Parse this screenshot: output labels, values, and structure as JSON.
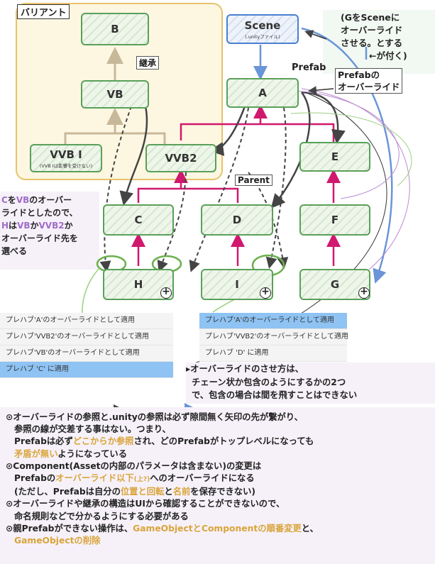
{
  "variant_box": {
    "label": "バリアント"
  },
  "nodes": {
    "B": "B",
    "VB": "VB",
    "VVB1": "VVB I",
    "VVB1_sub": "(VVB Iは影響を受けない)",
    "VVB2": "VVB2",
    "Scene": "Scene",
    "Scene_sub": "(.unityファイル)",
    "A": "A",
    "E": "E",
    "C": "C",
    "D": "D",
    "F": "F",
    "H": "H",
    "I": "I",
    "G": "G"
  },
  "tags": {
    "inherit": "継承",
    "prefab": "Prefab",
    "prefab_override_1": "Prefabの",
    "prefab_override_2": "オーバーライド",
    "parent": "Parent"
  },
  "scene_note": [
    "(GをSceneに",
    "オーバーライド",
    "させる。とする",
    "←が付く)"
  ],
  "left_note": {
    "l1_c": "C",
    "l1_a": "を",
    "l1_vb": "VB",
    "l1_b": "のオーバー",
    "l2": "ライドとしたので、",
    "l3_h": "H",
    "l3_a": "は",
    "l3_vb": "VB",
    "l3_b": "か",
    "l3_vvb2": "VVB2",
    "l3_c": "か",
    "l4": "オーバーライド先を",
    "l5": "選べる"
  },
  "menu_left": [
    "プレハブ'A'のオーバーライドとして適用",
    "プレハブ'VVB2'のオーバーライドとして適用",
    "プレハブ'VB'のオーバーライドとして適用",
    "プレハブ 'C' に適用"
  ],
  "menu_right": [
    "プレハブ'A'のオーバーライドとして適用",
    "プレハブ'VVB2'のオーバーライドとして適用",
    "プレハブ 'D' に適用"
  ],
  "chain_note": [
    "▸オーバーライドのさせ方は、",
    "チェーン状か包含のようにするかの2つ",
    "で、包含の場合は間を飛すことはできない"
  ],
  "bullets": {
    "b1_l1": "⊙オーバーライドの参照と.unityの参照は必ず隙間無く矢印の先が繋がり、",
    "b1_l2": "参照の線が交差する事はない。つまり、",
    "b1_l3_a": "Prefabは必ず",
    "b1_l3_hl": "どこからか参照",
    "b1_l3_b": "され、どのPrefabがトップレベルになっても",
    "b1_l4_hl": "矛盾が無い",
    "b1_l4_b": "ようになっている",
    "b2_l1": "⊙Component(Assetの内部のパラメータは含まない)の変更は",
    "b2_l2_a": "Prefabの",
    "b2_l2_hl": "オーバーライド以下",
    "b2_l2_sm": "(上?)",
    "b2_l2_b": "へのオーバーライドになる",
    "b2_l3_a": "(ただし、Prefabは自分の",
    "b2_l3_hl1": "位置と回転",
    "b2_l3_m": "と",
    "b2_l3_hl2": "名前",
    "b2_l3_b": "を保存できない)",
    "b3_l1": "⊙オーバーライドや継承の構造はUIから確認することができないので、",
    "b3_l2": "命名規則などで分かるようにする必要がある",
    "b4_l1_a": "⊙親Prefabができない操作は、",
    "b4_l1_hl": "GameObjectとComponentの順番変更",
    "b4_l1_b": "と、",
    "b4_l2_hl": "GameObjectの削除"
  },
  "colors": {
    "node_border": "#5aa05a",
    "scene_border": "#4a7fd1",
    "parent_arrow": "#d0186e",
    "inherit_arrow": "#c8b89a",
    "variant": "#e8c26a",
    "highlight": "#d9a43a"
  }
}
